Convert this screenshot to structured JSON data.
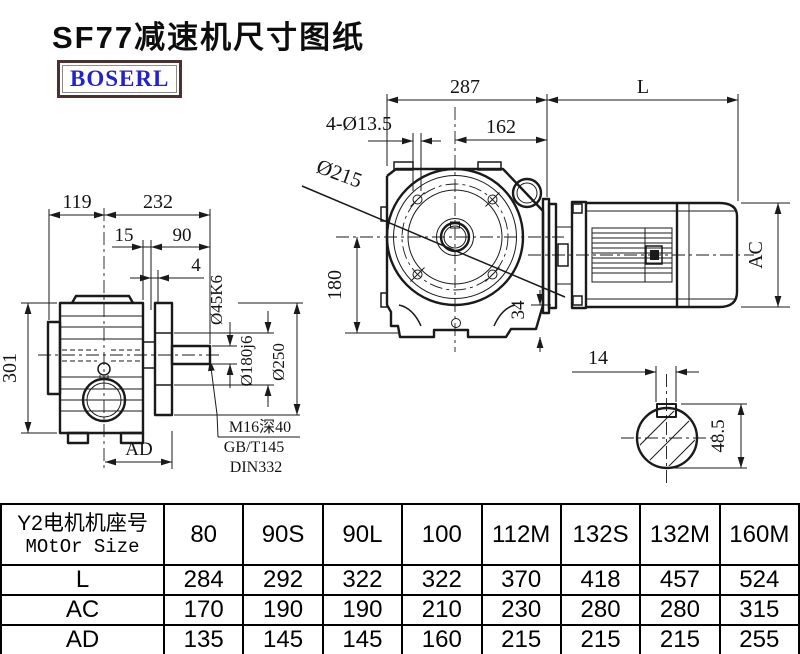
{
  "page": {
    "title": "SF77减速机尺寸图纸",
    "logo_text": "BOSERL"
  },
  "colors": {
    "ink": "#1a1a1a",
    "logo_text": "#2323c8",
    "logo_border": "#4a3232",
    "paper": "#ffffff"
  },
  "dims": {
    "overall_width": "287",
    "motor_length": "L",
    "flange_offset": "162",
    "mount_holes": "4-Ø13.5",
    "flange_dia": "Ø215",
    "center_height": "180",
    "base_height": "34",
    "side_left": "119",
    "side_right": "232",
    "shaft_step": "15",
    "shaft_len": "90",
    "shoulder": "4",
    "housing_height": "301",
    "ad_label": "AD",
    "shaft_dia": "Ø45K6",
    "spigot_dia": "Ø180j6",
    "flange_od": "Ø250",
    "ac_label": "AC",
    "key_width": "14",
    "shaft_flat": "48.5"
  },
  "notes": {
    "tap": "M16深40",
    "std1": "GB/T145",
    "std2": "DIN332"
  },
  "table": {
    "header": {
      "row_label_cn": "Y2电机机座号",
      "row_label_en": "MOtOr Size",
      "columns": [
        "80",
        "90S",
        "90L",
        "100",
        "112M",
        "132S",
        "132M",
        "160M"
      ]
    },
    "rows": [
      {
        "label": "L",
        "values": [
          "284",
          "292",
          "322",
          "322",
          "370",
          "418",
          "457",
          "524"
        ]
      },
      {
        "label": "AC",
        "values": [
          "170",
          "190",
          "190",
          "210",
          "230",
          "280",
          "280",
          "315"
        ]
      },
      {
        "label": "AD",
        "values": [
          "135",
          "145",
          "145",
          "160",
          "215",
          "215",
          "215",
          "255"
        ]
      }
    ]
  }
}
